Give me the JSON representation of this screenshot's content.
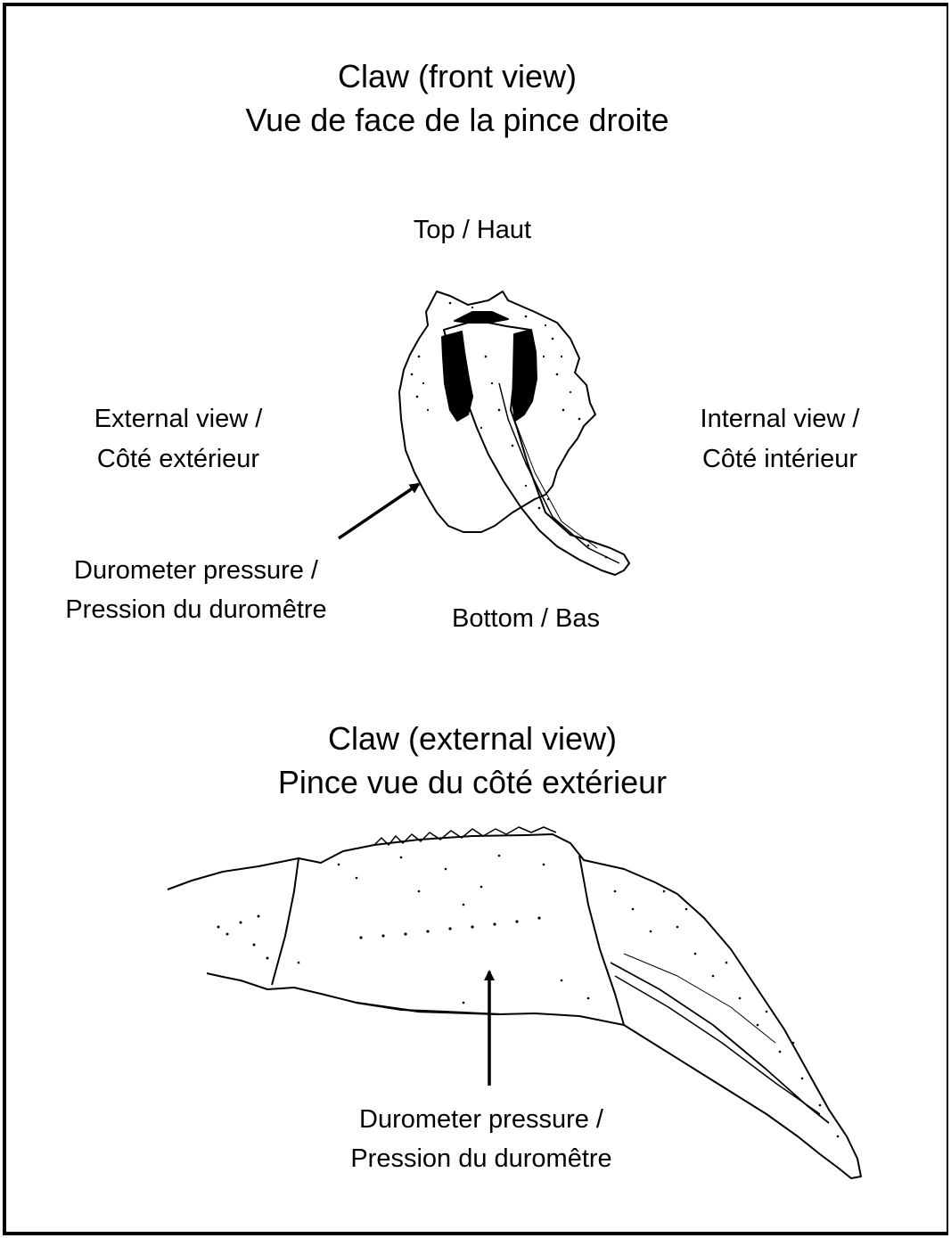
{
  "front": {
    "title": "Claw (front view)",
    "subtitle": "Vue de face de la pince droite",
    "top_label": "Top / Haut",
    "bottom_label": "Bottom / Bas",
    "external_label": [
      "External view /",
      "Côté extérieur"
    ],
    "internal_label": [
      "Internal view /",
      "Côté intérieur"
    ],
    "pressure_label": [
      "Durometer pressure /",
      "Pression du duromêtre"
    ]
  },
  "side": {
    "title": "Claw (external view)",
    "subtitle": "Pince vue du côté extérieur",
    "pressure_label": [
      "Durometer pressure /",
      "Pression du duromêtre"
    ]
  }
}
